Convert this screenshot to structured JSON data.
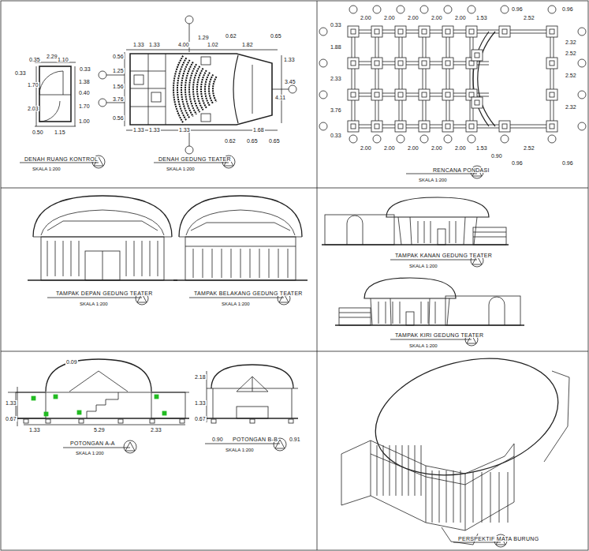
{
  "diagram": {
    "labels": [
      "2.29",
      "0.35",
      "1.10",
      "0.33",
      "0.33",
      "1.70",
      "1.38",
      "0.40",
      "2.03",
      "1.70",
      "1.00",
      "0.50",
      "1.15",
      "DENAH RUANG KONTROL",
      "SKALA 1:200",
      "1.33",
      "1.33",
      "4.00",
      "1.29",
      "0.62",
      "1.02",
      "1.82",
      "0.65",
      "0.56",
      "1.25",
      "1.56",
      "3.76",
      "0.56",
      "1.33",
      "3.45",
      "4.11",
      "1.33",
      "1.33",
      "1.33",
      "1.68",
      "0.62",
      "0.65",
      "0.65",
      "DENAH GEDUNG TEATER",
      "SKALA 1:200",
      "2.00",
      "2.00",
      "2.00",
      "2.00",
      "2.00",
      "1.53",
      "0.96",
      "2.52",
      "0.96",
      "0.33",
      "1.88",
      "2.33",
      "3.76",
      "0.33",
      "2.32",
      "2.52",
      "2.52",
      "2.32",
      "2.00",
      "2.00",
      "2.00",
      "2.00",
      "2.00",
      "1.53",
      "0.90",
      "2.52",
      "0.96",
      "0.96",
      "RENCANA PONDASI",
      "SKALA 1:200",
      "TAMPAK DEPAN GEDUNG TEATER",
      "SKALA 1:200",
      "TAMPAK BELAKANG GEDUNG TEATER",
      "SKALA 1:200",
      "TAMPAK KANAN GEDUNG TEATER",
      "SKALA 1:200",
      "TAMPAK KIRI GEDUNG TEATER",
      "SKALA 1:200",
      "0.09",
      "1.33",
      "0.67",
      "1.33",
      "5.29",
      "2.33",
      "POTONGAN A-A",
      "SKALA 1:200",
      "2.18",
      "1.33",
      "0.67",
      "0.90",
      "POTONGAN B-B",
      "0.91",
      "SKALA 1:200",
      "PERSPEKTIF MATA BURUNG"
    ]
  }
}
